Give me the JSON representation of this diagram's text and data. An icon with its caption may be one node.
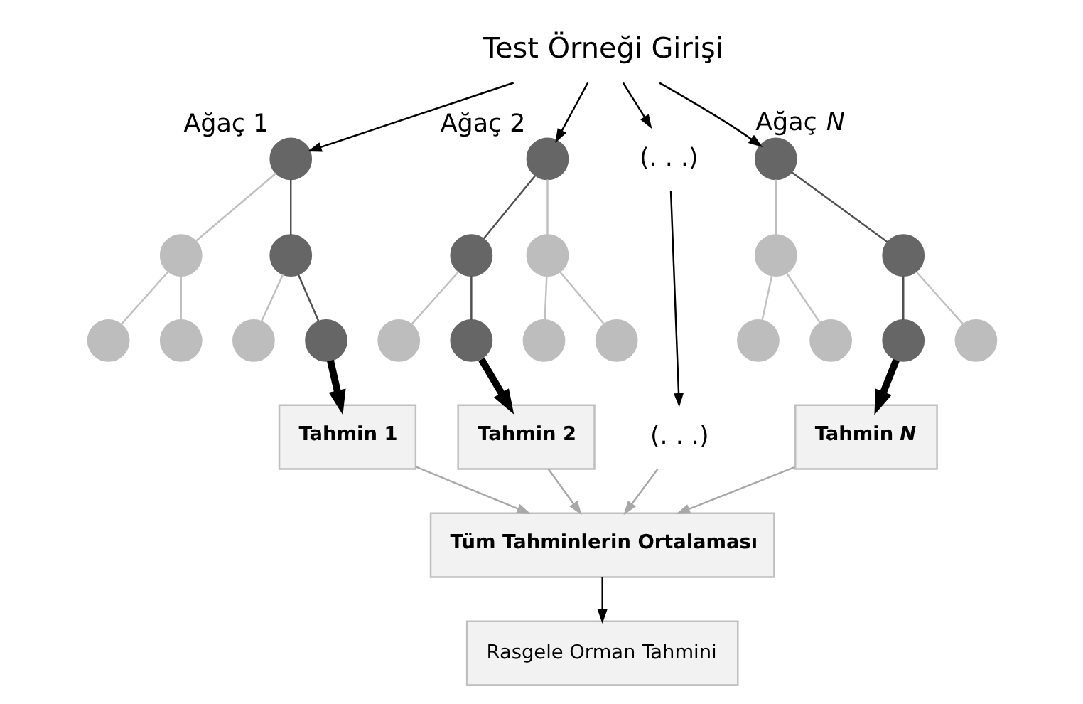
{
  "diagram": {
    "nodes": [
      {
        "text": [
          "Test Örneği Girişi"
        ]
      },
      {
        "text": [],
        "shape": "circle",
        "beside": [
          "Ağaç 1"
        ]
      },
      {
        "text": [],
        "shape": "circle",
        "beside": [
          "Ağaç 2"
        ]
      },
      {
        "text": [
          "(. . .)"
        ]
      },
      {
        "text": [],
        "shape": "circle",
        "beside": [
          "Ağaç *N*"
        ]
      },
      {
        "text": [],
        "shape": "circle"
      },
      {
        "text": [],
        "shape": "circle"
      },
      {
        "text": [],
        "shape": "circle"
      },
      {
        "text": [],
        "shape": "circle"
      },
      {
        "text": [],
        "shape": "circle"
      },
      {
        "text": [],
        "shape": "circle"
      },
      {
        "text": [],
        "shape": "circle"
      },
      {
        "text": [],
        "shape": "circle"
      },
      {
        "text": [],
        "shape": "circle"
      },
      {
        "text": [],
        "shape": "circle"
      },
      {
        "text": [],
        "shape": "circle"
      },
      {
        "text": [],
        "shape": "circle"
      },
      {
        "text": [],
        "shape": "circle"
      },
      {
        "text": [],
        "shape": "circle"
      },
      {
        "text": [],
        "shape": "circle"
      },
      {
        "text": [],
        "shape": "circle"
      },
      {
        "text": [],
        "shape": "circle"
      },
      {
        "text": [],
        "shape": "circle"
      },
      {
        "text": [
          "(. . .)"
        ]
      },
      {
        "text": [
          "Tahmin 1"
        ]
      },
      {
        "text": [
          "Tahmin 2"
        ]
      },
      {
        "text": [
          "Tahmin *N*"
        ]
      },
      {
        "text": [
          "Tüm Tahminlerin Ortalaması"
        ]
      },
      {
        "text": [
          "Rasgele Orman Tahmini"
        ]
      }
    ],
    "edges": [
      {
        "from": 0,
        "to": 1,
        "arrow": "to",
        "color": "#000000"
      },
      {
        "from": 0,
        "to": 2,
        "arrow": "to",
        "color": "#000000"
      },
      {
        "from": 0,
        "to": 3,
        "arrow": "to",
        "color": "#000000"
      },
      {
        "from": 0,
        "to": 4,
        "arrow": "to",
        "color": "#000000"
      },
      {
        "from": 1,
        "to": 5,
        "arrow": "none",
        "color": "#c0c0c0"
      },
      {
        "from": 1,
        "to": 6,
        "arrow": "none",
        "color": "#505050"
      },
      {
        "from": 2,
        "to": 7,
        "arrow": "none",
        "color": "#505050"
      },
      {
        "from": 2,
        "to": 8,
        "arrow": "none",
        "color": "#c0c0c0"
      },
      {
        "from": 4,
        "to": 9,
        "arrow": "none",
        "color": "#c0c0c0"
      },
      {
        "from": 4,
        "to": 10,
        "arrow": "none",
        "color": "#505050"
      },
      {
        "from": 5,
        "to": 11,
        "arrow": "none",
        "color": "#c0c0c0"
      },
      {
        "from": 5,
        "to": 12,
        "arrow": "none",
        "color": "#c0c0c0"
      },
      {
        "from": 6,
        "to": 13,
        "arrow": "none",
        "color": "#c0c0c0"
      },
      {
        "from": 6,
        "to": 14,
        "arrow": "none",
        "color": "#505050"
      },
      {
        "from": 7,
        "to": 15,
        "arrow": "none",
        "color": "#c0c0c0"
      },
      {
        "from": 7,
        "to": 16,
        "arrow": "none",
        "color": "#505050"
      },
      {
        "from": 8,
        "to": 17,
        "arrow": "none",
        "color": "#c0c0c0"
      },
      {
        "from": 8,
        "to": 18,
        "arrow": "none",
        "color": "#c0c0c0"
      },
      {
        "from": 9,
        "to": 19,
        "arrow": "none",
        "color": "#c0c0c0"
      },
      {
        "from": 9,
        "to": 20,
        "arrow": "none",
        "color": "#c0c0c0"
      },
      {
        "from": 10,
        "to": 21,
        "arrow": "none",
        "color": "#505050"
      },
      {
        "from": 10,
        "to": 22,
        "arrow": "none",
        "color": "#c0c0c0"
      },
      {
        "from": 3,
        "to": 23,
        "arrow": "to",
        "color": "#000000"
      },
      {
        "from": 14,
        "to": 24,
        "arrow": "to",
        "style": "thick",
        "color": "#000000"
      },
      {
        "from": 16,
        "to": 25,
        "arrow": "to",
        "style": "thick",
        "color": "#000000"
      },
      {
        "from": 21,
        "to": 26,
        "arrow": "to",
        "style": "thick",
        "color": "#000000"
      },
      {
        "from": 24,
        "to": 27,
        "arrow": "to",
        "color": "#a8a8a8"
      },
      {
        "from": 25,
        "to": 27,
        "arrow": "to",
        "color": "#a8a8a8"
      },
      {
        "from": 23,
        "to": 27,
        "arrow": "to",
        "color": "#a8a8a8"
      },
      {
        "from": 26,
        "to": 27,
        "arrow": "to",
        "color": "#a8a8a8"
      },
      {
        "from": 27,
        "to": 28,
        "arrow": "to",
        "color": "#000000"
      }
    ]
  }
}
